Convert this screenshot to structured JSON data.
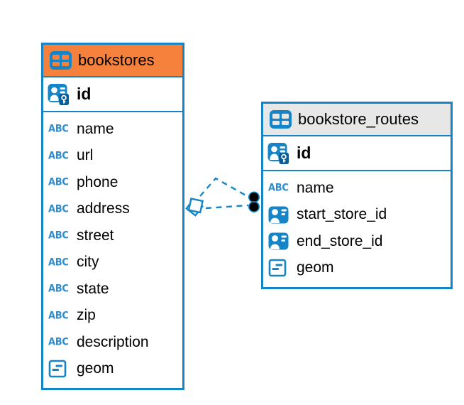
{
  "diagram": {
    "accent_blue": "#1685c8",
    "link_endpoint_color": "#000000",
    "background": "#ffffff",
    "tables": [
      {
        "name": "bookstores",
        "header_color": "#f5813d",
        "icon": "table-icon",
        "primary_key": {
          "label": "id",
          "icon": "primary-key-icon"
        },
        "fields": [
          {
            "label": "name",
            "type": "text",
            "icon": "text-type-icon"
          },
          {
            "label": "url",
            "type": "text",
            "icon": "text-type-icon"
          },
          {
            "label": "phone",
            "type": "text",
            "icon": "text-type-icon"
          },
          {
            "label": "address",
            "type": "text",
            "icon": "text-type-icon"
          },
          {
            "label": "street",
            "type": "text",
            "icon": "text-type-icon"
          },
          {
            "label": "city",
            "type": "text",
            "icon": "text-type-icon"
          },
          {
            "label": "state",
            "type": "text",
            "icon": "text-type-icon"
          },
          {
            "label": "zip",
            "type": "text",
            "icon": "text-type-icon"
          },
          {
            "label": "description",
            "type": "text",
            "icon": "text-type-icon"
          },
          {
            "label": "geom",
            "type": "geometry",
            "icon": "geometry-type-icon"
          }
        ]
      },
      {
        "name": "bookstore_routes",
        "header_color": "#e7e7e7",
        "icon": "table-icon",
        "primary_key": {
          "label": "id",
          "icon": "primary-key-icon"
        },
        "fields": [
          {
            "label": "name",
            "type": "text",
            "icon": "text-type-icon"
          },
          {
            "label": "start_store_id",
            "type": "reference",
            "icon": "foreign-key-icon"
          },
          {
            "label": "end_store_id",
            "type": "reference",
            "icon": "foreign-key-icon"
          },
          {
            "label": "geom",
            "type": "geometry",
            "icon": "geometry-type-icon"
          }
        ]
      }
    ],
    "relationships": [
      {
        "from_table": "bookstores",
        "to_table": "bookstore_routes",
        "style": "dashed"
      },
      {
        "from_table": "bookstores",
        "to_table": "bookstore_routes",
        "style": "dashed"
      }
    ]
  }
}
